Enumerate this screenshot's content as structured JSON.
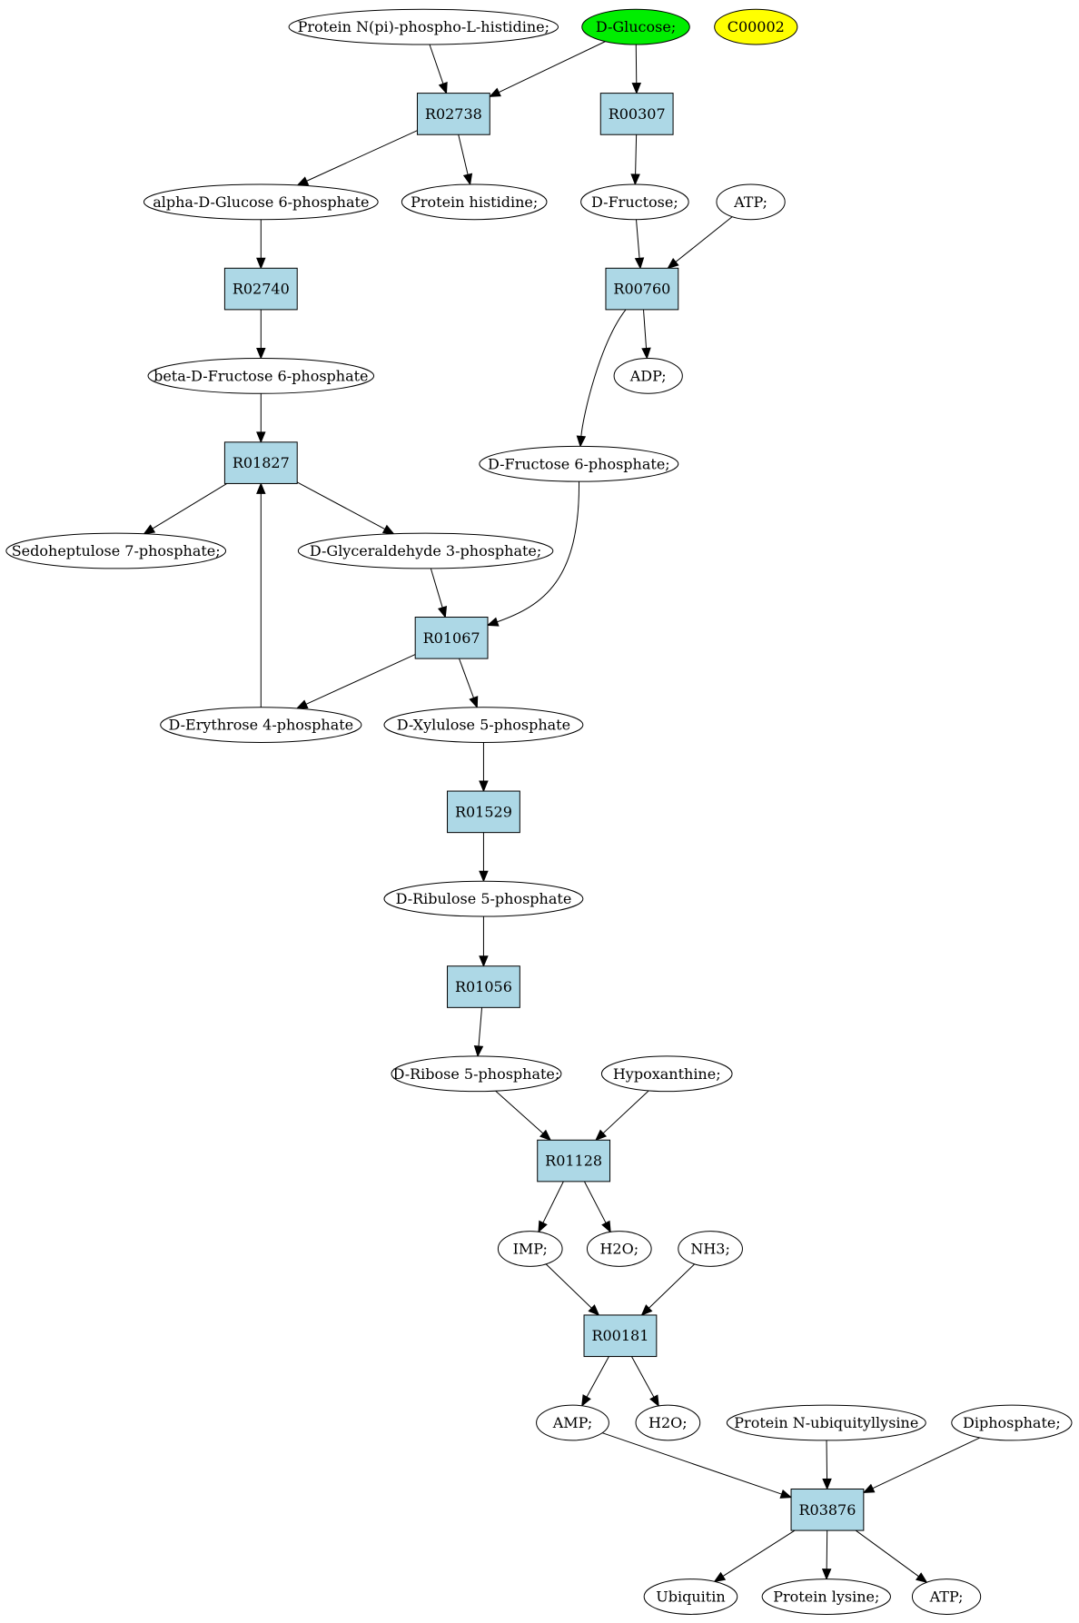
{
  "colors": {
    "reaction_fill": "#add8e6",
    "compound_fill": "#ffffff",
    "start_fill": "#00ee00",
    "legend_fill": "#ffff00",
    "stroke": "#000000"
  },
  "nodes": [
    {
      "id": "protein_npi",
      "label": "Protein N(pi)-phospho-L-histidine;",
      "kind": "compound"
    },
    {
      "id": "d_glucose",
      "label": "D-Glucose;",
      "kind": "start"
    },
    {
      "id": "c00002",
      "label": "C00002",
      "kind": "legend"
    },
    {
      "id": "R02738",
      "label": "R02738",
      "kind": "reaction"
    },
    {
      "id": "R00307",
      "label": "R00307",
      "kind": "reaction"
    },
    {
      "id": "alpha_g6p",
      "label": "alpha-D-Glucose 6-phosphate",
      "kind": "compound"
    },
    {
      "id": "protein_his",
      "label": "Protein histidine;",
      "kind": "compound"
    },
    {
      "id": "d_fructose",
      "label": "D-Fructose;",
      "kind": "compound"
    },
    {
      "id": "atp1",
      "label": "ATP;",
      "kind": "compound"
    },
    {
      "id": "R02740",
      "label": "R02740",
      "kind": "reaction"
    },
    {
      "id": "R00760",
      "label": "R00760",
      "kind": "reaction"
    },
    {
      "id": "adp",
      "label": "ADP;",
      "kind": "compound"
    },
    {
      "id": "beta_f6p",
      "label": "beta-D-Fructose 6-phosphate",
      "kind": "compound"
    },
    {
      "id": "d_f6p",
      "label": "D-Fructose 6-phosphate;",
      "kind": "compound"
    },
    {
      "id": "R01827",
      "label": "R01827",
      "kind": "reaction"
    },
    {
      "id": "sedo7p",
      "label": "Sedoheptulose 7-phosphate;",
      "kind": "compound"
    },
    {
      "id": "g3p",
      "label": "D-Glyceraldehyde 3-phosphate;",
      "kind": "compound"
    },
    {
      "id": "R01067",
      "label": "R01067",
      "kind": "reaction"
    },
    {
      "id": "e4p",
      "label": "D-Erythrose 4-phosphate",
      "kind": "compound"
    },
    {
      "id": "x5p",
      "label": "D-Xylulose 5-phosphate",
      "kind": "compound"
    },
    {
      "id": "R01529",
      "label": "R01529",
      "kind": "reaction"
    },
    {
      "id": "ru5p",
      "label": "D-Ribulose 5-phosphate",
      "kind": "compound"
    },
    {
      "id": "R01056",
      "label": "R01056",
      "kind": "reaction"
    },
    {
      "id": "r5p",
      "label": "D-Ribose 5-phosphate;",
      "kind": "compound"
    },
    {
      "id": "hypox",
      "label": "Hypoxanthine;",
      "kind": "compound"
    },
    {
      "id": "R01128",
      "label": "R01128",
      "kind": "reaction"
    },
    {
      "id": "imp",
      "label": "IMP;",
      "kind": "compound"
    },
    {
      "id": "h2o1",
      "label": "H2O;",
      "kind": "compound"
    },
    {
      "id": "nh3",
      "label": "NH3;",
      "kind": "compound"
    },
    {
      "id": "R00181",
      "label": "R00181",
      "kind": "reaction"
    },
    {
      "id": "amp",
      "label": "AMP;",
      "kind": "compound"
    },
    {
      "id": "h2o2",
      "label": "H2O;",
      "kind": "compound"
    },
    {
      "id": "prot_nub",
      "label": "Protein N-ubiquityllysine",
      "kind": "compound"
    },
    {
      "id": "diphos",
      "label": "Diphosphate;",
      "kind": "compound"
    },
    {
      "id": "R03876",
      "label": "R03876",
      "kind": "reaction"
    },
    {
      "id": "ubiquitin",
      "label": "Ubiquitin",
      "kind": "compound"
    },
    {
      "id": "prot_lys",
      "label": "Protein lysine;",
      "kind": "compound"
    },
    {
      "id": "atp2",
      "label": "ATP;",
      "kind": "compound"
    }
  ],
  "edges": [
    {
      "from": "protein_npi",
      "to": "R02738"
    },
    {
      "from": "d_glucose",
      "to": "R02738"
    },
    {
      "from": "d_glucose",
      "to": "R00307"
    },
    {
      "from": "R02738",
      "to": "alpha_g6p"
    },
    {
      "from": "R02738",
      "to": "protein_his"
    },
    {
      "from": "R00307",
      "to": "d_fructose"
    },
    {
      "from": "alpha_g6p",
      "to": "R02740"
    },
    {
      "from": "d_fructose",
      "to": "R00760"
    },
    {
      "from": "atp1",
      "to": "R00760"
    },
    {
      "from": "R02740",
      "to": "beta_f6p"
    },
    {
      "from": "R00760",
      "to": "adp"
    },
    {
      "from": "R00760",
      "to": "d_f6p"
    },
    {
      "from": "beta_f6p",
      "to": "R01827"
    },
    {
      "from": "R01827",
      "to": "sedo7p"
    },
    {
      "from": "R01827",
      "to": "g3p"
    },
    {
      "from": "g3p",
      "to": "R01067"
    },
    {
      "from": "d_f6p",
      "to": "R01067"
    },
    {
      "from": "R01067",
      "to": "e4p"
    },
    {
      "from": "R01067",
      "to": "x5p"
    },
    {
      "from": "e4p",
      "to": "R01827"
    },
    {
      "from": "x5p",
      "to": "R01529"
    },
    {
      "from": "R01529",
      "to": "ru5p"
    },
    {
      "from": "ru5p",
      "to": "R01056"
    },
    {
      "from": "R01056",
      "to": "r5p"
    },
    {
      "from": "r5p",
      "to": "R01128"
    },
    {
      "from": "hypox",
      "to": "R01128"
    },
    {
      "from": "R01128",
      "to": "imp"
    },
    {
      "from": "R01128",
      "to": "h2o1"
    },
    {
      "from": "imp",
      "to": "R00181"
    },
    {
      "from": "nh3",
      "to": "R00181"
    },
    {
      "from": "R00181",
      "to": "amp"
    },
    {
      "from": "R00181",
      "to": "h2o2"
    },
    {
      "from": "amp",
      "to": "R03876"
    },
    {
      "from": "prot_nub",
      "to": "R03876"
    },
    {
      "from": "diphos",
      "to": "R03876"
    },
    {
      "from": "R03876",
      "to": "ubiquitin"
    },
    {
      "from": "R03876",
      "to": "prot_lys"
    },
    {
      "from": "R03876",
      "to": "atp2"
    }
  ]
}
